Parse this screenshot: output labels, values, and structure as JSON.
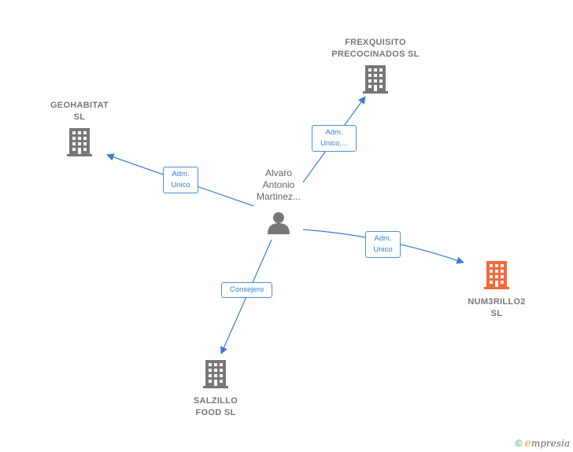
{
  "colors": {
    "edge": "#3a7fd0",
    "building_default": "#777777",
    "building_highlight": "#f26a3d",
    "person": "#777777"
  },
  "person": {
    "name_lines": [
      "Alvaro",
      "Antonio",
      "Martinez..."
    ],
    "icon": "person-icon"
  },
  "companies": {
    "frexquisito": {
      "lines": [
        "FREXQUISITO",
        "PRECOCINADOS SL"
      ],
      "icon": "building-icon"
    },
    "geohabitat": {
      "lines": [
        "GEOHABITAT",
        "SL"
      ],
      "icon": "building-icon"
    },
    "num3rillo2": {
      "lines": [
        "NUM3RILLO2",
        "SL"
      ],
      "icon": "building-icon",
      "highlight": true
    },
    "salzillo": {
      "lines": [
        "SALZILLO",
        "FOOD  SL"
      ],
      "icon": "building-icon"
    }
  },
  "relations": {
    "frexquisito": [
      "Adm.",
      "Unico,..."
    ],
    "geohabitat": [
      "Adm.",
      "Unico"
    ],
    "num3rillo2": [
      "Adm.",
      "Unico"
    ],
    "salzillo": [
      "Consejero"
    ]
  },
  "footer": {
    "copyright_symbol": "©",
    "brand_initial": "e",
    "brand_rest": "mpresia"
  }
}
